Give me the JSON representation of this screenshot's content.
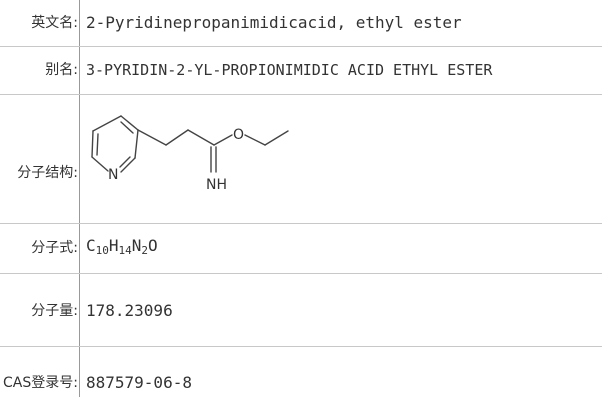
{
  "rows": {
    "english_name": {
      "label": "英文名:",
      "value": "2-Pyridinepropanimidicacid, ethyl ester"
    },
    "alias": {
      "label": "别名:",
      "value": "3-PYRIDIN-2-YL-PROPIONIMIDIC ACID ETHYL ESTER"
    },
    "structure": {
      "label": "分子结构:",
      "atom_n": "N",
      "atom_o": "O",
      "atom_nh": "NH"
    },
    "formula": {
      "label": "分子式:",
      "parts": [
        "C",
        "10",
        "H",
        "14",
        "N",
        "2",
        "O"
      ]
    },
    "weight": {
      "label": "分子量:",
      "value": "178.23096"
    },
    "cas": {
      "label": "CAS登录号:",
      "value": "887579-06-8"
    }
  }
}
